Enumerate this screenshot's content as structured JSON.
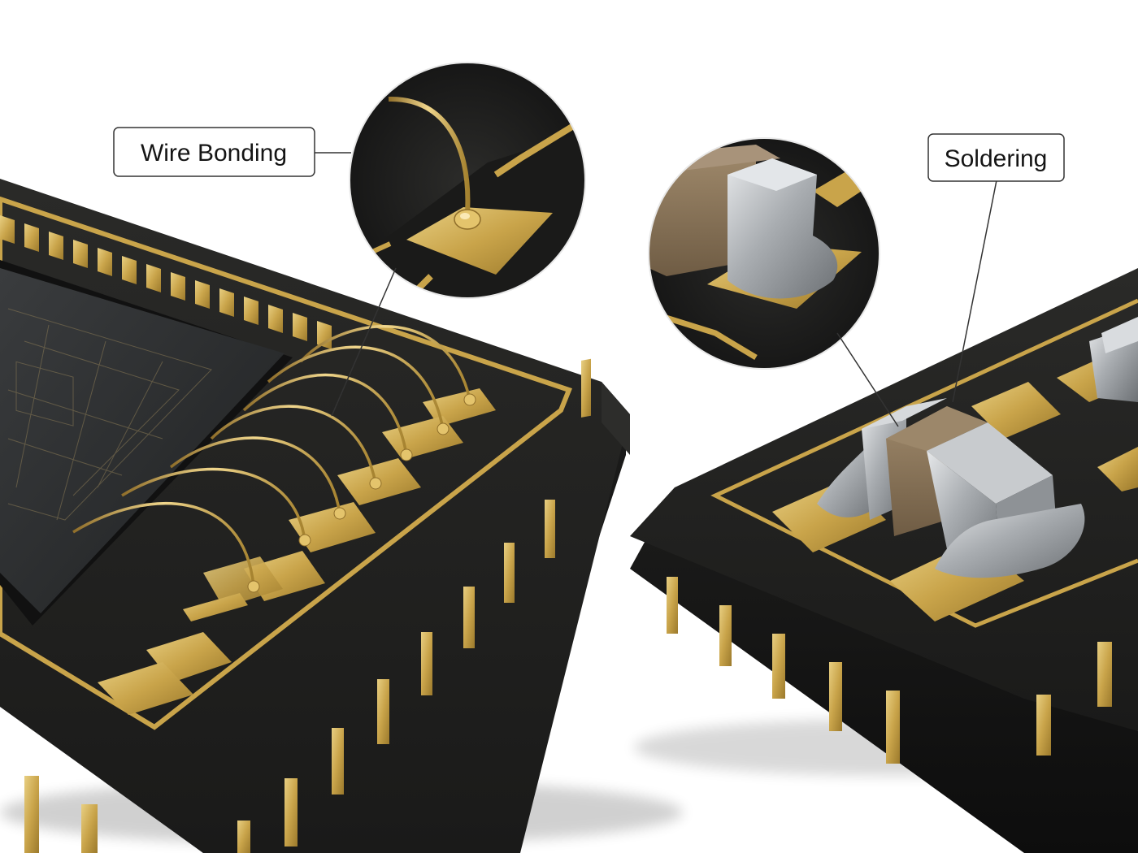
{
  "labels": {
    "wire_bonding": "Wire Bonding",
    "soldering": "Soldering"
  },
  "colors": {
    "background": "#ffffff",
    "substrate": "#1e1e1c",
    "gold": "#c9a44a",
    "solder": "#b8bcc0",
    "capacitor_body": "#8a7559",
    "callout_line": "#333333"
  },
  "scene": {
    "left_object": "chip-package-with-wire-bonds",
    "right_object": "board-with-soldered-smd-capacitor"
  }
}
